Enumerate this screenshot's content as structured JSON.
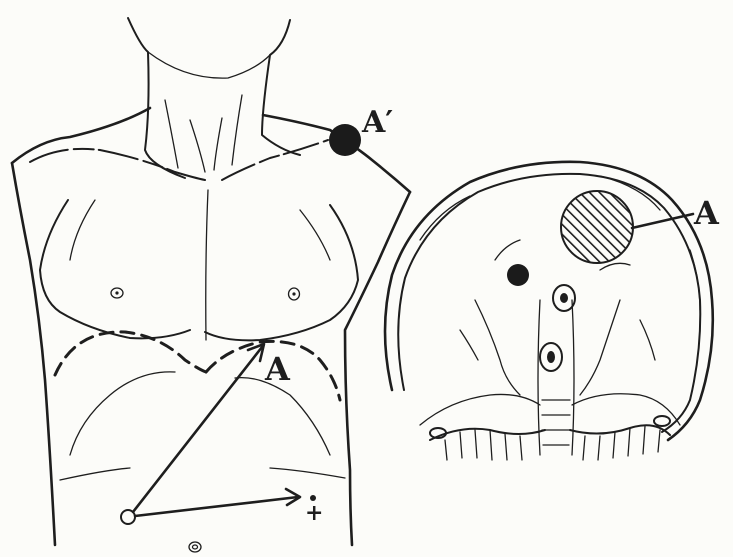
{
  "figure": {
    "left_panel": {
      "label_shoulder": "A′",
      "label_abdomen": "A",
      "label_plus": "+",
      "shoulder_spot_color": "#1b1b1b"
    },
    "right_panel": {
      "label_lesion": "A",
      "lesion_fill": "#2a2a2a"
    },
    "colors": {
      "ink": "#1e1e1e",
      "paper": "#fcfcf9"
    }
  }
}
